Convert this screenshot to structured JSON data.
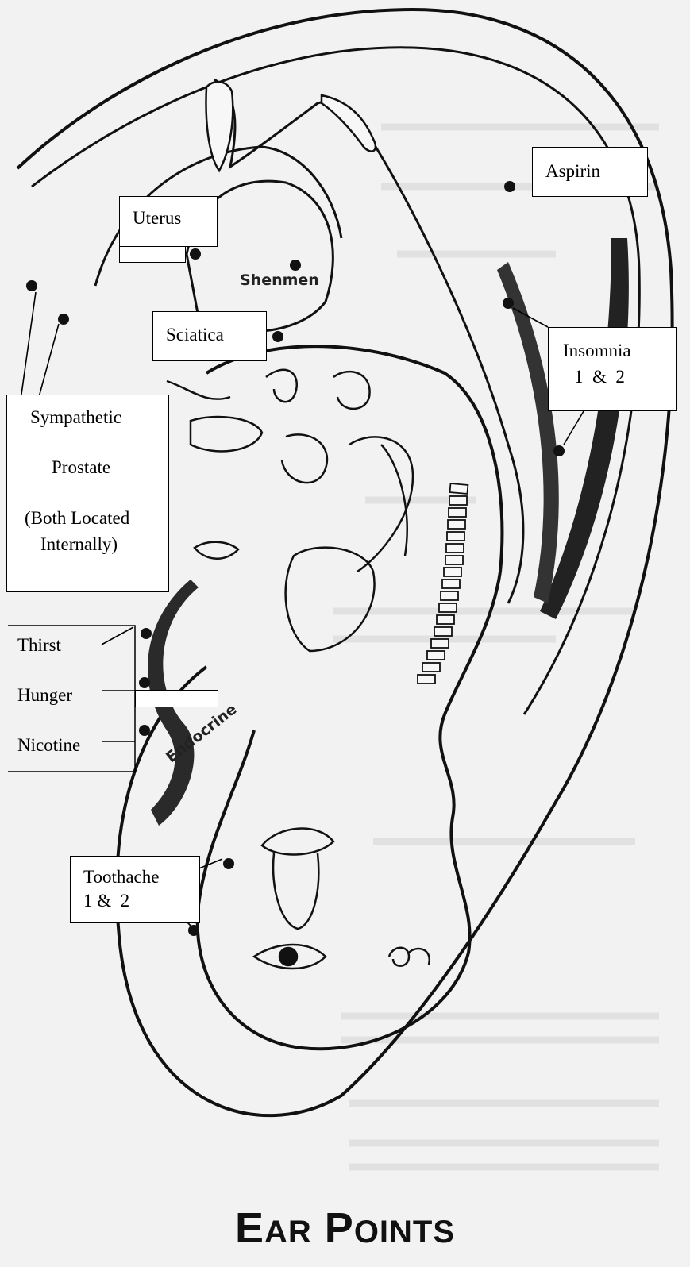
{
  "title": {
    "big1": "E",
    "rest1": "AR",
    "big2": "P",
    "rest2": "OINTS"
  },
  "ear_labels": {
    "shenmen": "Shenmen",
    "endocrine": "Endocrine"
  },
  "labels": {
    "aspirin": "Aspirin",
    "uterus": "Uterus",
    "sciatica": "Sciatica",
    "insomnia_line1": "Insomnia",
    "insomnia_line2": "1  &  2",
    "sympathetic": "Sympathetic",
    "prostate": "Prostate",
    "internal_line1": "(Both Located",
    "internal_line2": "Internally)",
    "thirst": "Thirst",
    "hunger": "Hunger",
    "nicotine": "Nicotine",
    "toothache_line1": "Toothache",
    "toothache_line2": "1 &  2"
  },
  "colors": {
    "background": "#f2f2f2",
    "ink": "#111111",
    "box_fill": "#ffffff"
  }
}
